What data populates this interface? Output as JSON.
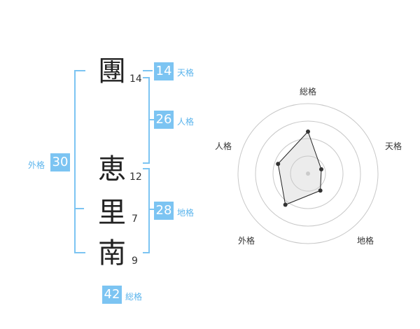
{
  "chars": [
    {
      "char": "團",
      "strokes": "14"
    },
    {
      "char": "恵",
      "strokes": "12"
    },
    {
      "char": "里",
      "strokes": "7"
    },
    {
      "char": "南",
      "strokes": "9"
    }
  ],
  "kaku": {
    "ten": {
      "value": "14",
      "label": "天格"
    },
    "jin": {
      "value": "26",
      "label": "人格"
    },
    "chi": {
      "value": "28",
      "label": "地格"
    },
    "gai": {
      "value": "30",
      "label": "外格"
    },
    "sou": {
      "value": "42",
      "label": "総格"
    }
  },
  "colors": {
    "accent": "#7cc4f2",
    "accent_text": "#5bb4ec",
    "radar_line": "#222222"
  },
  "chart_data": {
    "type": "radar",
    "axes": [
      "総格",
      "天格",
      "地格",
      "外格",
      "人格"
    ],
    "values": [
      0.6,
      0.2,
      0.3,
      0.55,
      0.45
    ],
    "scale_max": 1,
    "rings": 4
  }
}
